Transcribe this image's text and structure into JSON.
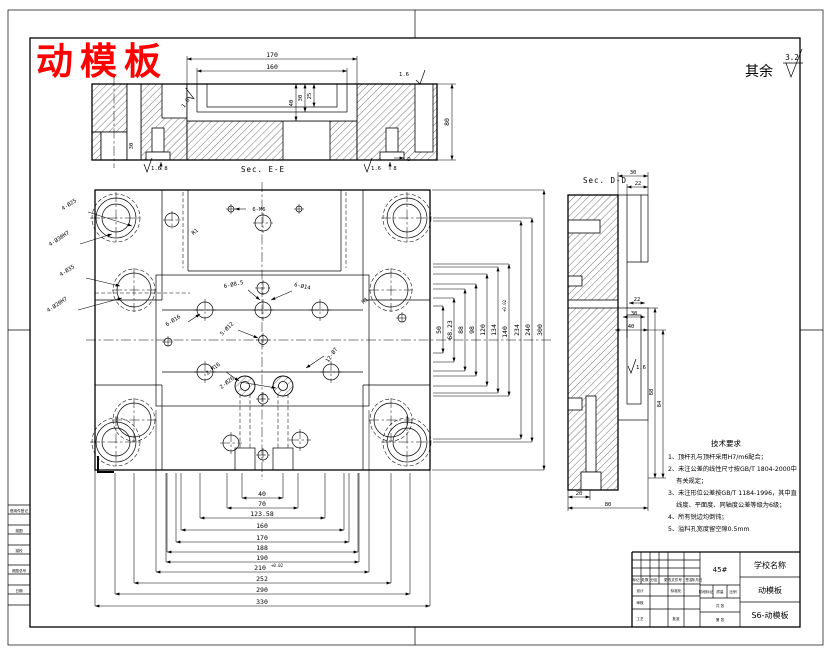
{
  "sheet": {
    "red_title": "动模板",
    "finish_prefix": "其余",
    "finish_value": "3.2",
    "datum_letter_d": "D"
  },
  "sec_ee": {
    "label": "Sec. E-E",
    "w170": "170",
    "w160": "160",
    "d40": "40",
    "d30": "30",
    "d25": "25",
    "pocket30": "30",
    "h80": "80",
    "s8l": "8",
    "s8r": "8",
    "f16a": "1.6",
    "f16b": "1.6",
    "f16c": "1.6",
    "f16d": "1.6"
  },
  "plan": {
    "bottom_dims": [
      "40",
      "70",
      "123.58",
      "160",
      "170",
      "188",
      "190",
      "210",
      "252",
      "290",
      "330"
    ],
    "tol_bottom": "+0.02",
    "right_dims": [
      "50",
      "68.23",
      "88",
      "98",
      "120",
      "134",
      "140",
      "234",
      "240",
      "300"
    ],
    "tol_right": "+0.02",
    "callouts": {
      "g1": "4-Ø25",
      "g2": "4-Ø30H7",
      "g3": "4-Ø35",
      "g4": "4-Ø20H7",
      "m6": "6-M6",
      "r1a": "R1",
      "r1b": "R1",
      "cb1": "6-Ø8.5",
      "cb2": "6-Ø14",
      "cb3": "6-Ø16",
      "cb4": "5-Ø12",
      "cb5": "12-Ø7",
      "sp1": "2-M16",
      "sp2": "2-Ø26"
    }
  },
  "sec_dd": {
    "label": "Sec. D-D",
    "t30": "30",
    "t22": "22",
    "p22": "22",
    "p30": "30",
    "p40": "40",
    "v88": "88",
    "v84": "84",
    "b20": "20",
    "b80": "80",
    "f16": "1.6"
  },
  "notes": {
    "title": "技术要求",
    "lines": [
      "1、顶杆孔与顶杆采用H7/m6配合；",
      "2、未注公差的线性尺寸按GB/T 1804-2000中",
      "　 有关规定；",
      "3、未注形位公差按GB/T 1184-1996，其中直",
      "　 线度、平面度、同轴度公差等级为6级；",
      "4、所有锐边均倒钝；",
      "5、溢料孔宽度留空隙0.5mm"
    ]
  },
  "title_block": {
    "school": "学校名称",
    "part": "动模板",
    "dwg": "S6-动模板",
    "material": "45#",
    "h1": "标记",
    "h2": "处数",
    "h3": "分区",
    "h4": "更改文件号",
    "h5": "签名",
    "h6": "年月日",
    "design": "设计",
    "review": "审核",
    "process": "工艺",
    "standard": "标准化",
    "approve": "批准",
    "stage": "阶段标记",
    "mass": "质量",
    "ratio": "比例",
    "total": "共 张",
    "page": "第 张"
  },
  "left_strip": {
    "c1": "借用件登记",
    "c2": "描图",
    "c3": "描校",
    "c4": "底图总号",
    "c5": "日期"
  }
}
